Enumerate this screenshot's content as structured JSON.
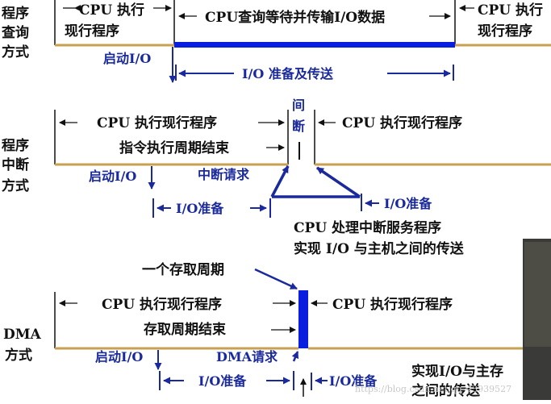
{
  "colors": {
    "timeline": "#c8a050",
    "blue": "#1a2a9c",
    "bar": "#0a1ee0",
    "text": "#111111"
  },
  "sec1": {
    "label": [
      "程序",
      "查询",
      "方式"
    ],
    "cpu_left": [
      "CPU 执行",
      "现行程序"
    ],
    "cpu_mid": "CPU查询等待并传输I/O数据",
    "cpu_right": [
      "CPU 执行",
      "现行程序"
    ],
    "start_io": "启动I/O",
    "io_transfer": "I/O 准备及传送"
  },
  "sec2": {
    "label": [
      "程序",
      "中断",
      "方式"
    ],
    "interrupt": [
      "间",
      "断"
    ],
    "cpu_left": "CPU  执行现行程序",
    "cpu_right": "CPU  执行现行程序",
    "instr_end": "指令执行周期结束",
    "start_io": "启动I/O",
    "int_request": "中断请求",
    "io_ready_left": "I/O准备",
    "io_ready_right": "I/O准备",
    "service": [
      "CPU 处理中断服务程序",
      "实现 I/O 与主机之间的传送"
    ]
  },
  "sec3": {
    "access_cycle": "一个存取周期",
    "label": [
      "DMA",
      "方式"
    ],
    "cpu_left": "CPU  执行现行程序",
    "cpu_right": "CPU  执行现行程序",
    "access_end": "存取周期结束",
    "start_io": "启动I/O",
    "dma_request": "DMA请求",
    "io_ready_left": "I/O准备",
    "io_ready_right": "I/O准备",
    "transfer": [
      "实现I/O与主存",
      "之间的传送"
    ]
  },
  "watermark": "https://blog.csdn.net/qq_43939527"
}
